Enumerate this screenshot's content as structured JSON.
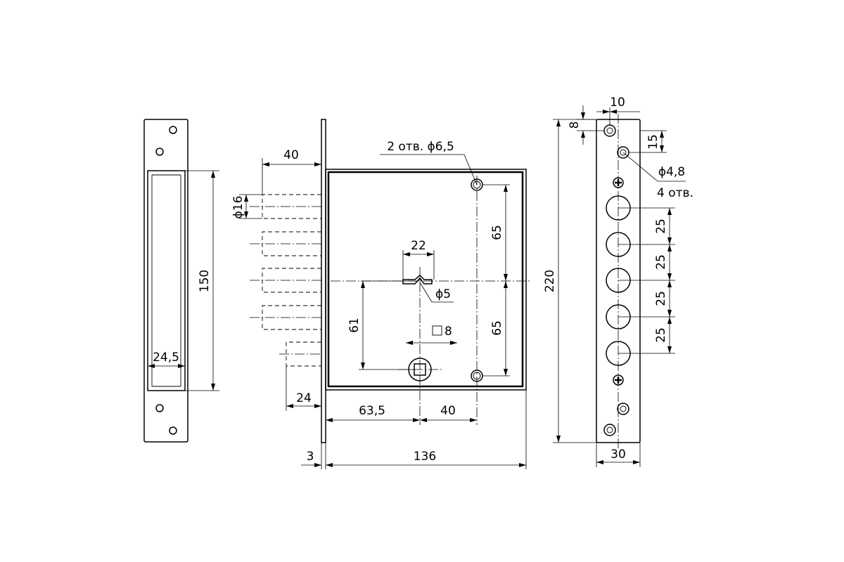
{
  "labels": {
    "d40": "40",
    "d16": "ϕ16",
    "holes_top": "2 отв. ϕ6,5",
    "d22": "22",
    "d5": "ϕ5",
    "d65a": "65",
    "d65b": "65",
    "d61": "61",
    "sq8": "8",
    "d24": "24",
    "d63_5": "63,5",
    "d40b": "40",
    "d3": "3",
    "d136": "136",
    "d150": "150",
    "d24_5": "24,5",
    "d220": "220",
    "d10": "10",
    "d8": "8",
    "d15": "15",
    "d4_8": "ϕ4,8",
    "holes4": "4 отв.",
    "d25a": "25",
    "d25b": "25",
    "d25c": "25",
    "d25d": "25",
    "d30": "30"
  }
}
